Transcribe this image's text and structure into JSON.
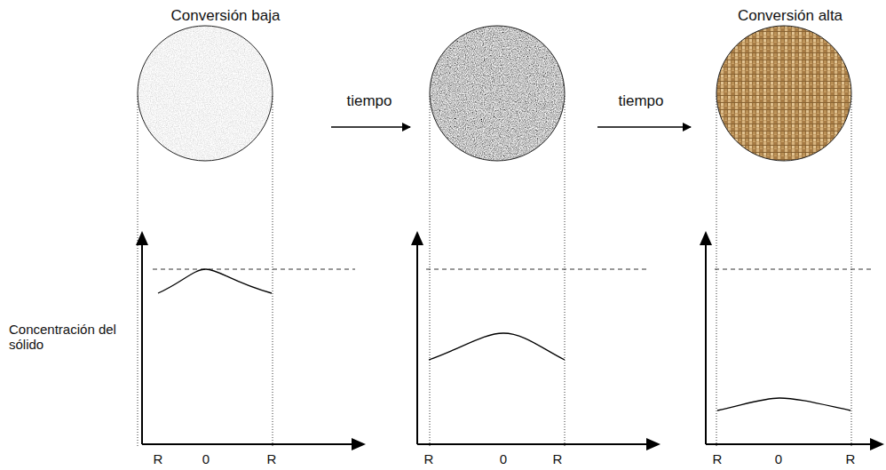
{
  "diagram": {
    "labels": [
      "Conversión baja",
      "tiempo",
      "tiempo",
      "Conversión alta",
      "Concentración del sólido",
      "R",
      "0",
      "R",
      "R",
      "0",
      "R",
      "R",
      "0",
      "R"
    ]
  }
}
